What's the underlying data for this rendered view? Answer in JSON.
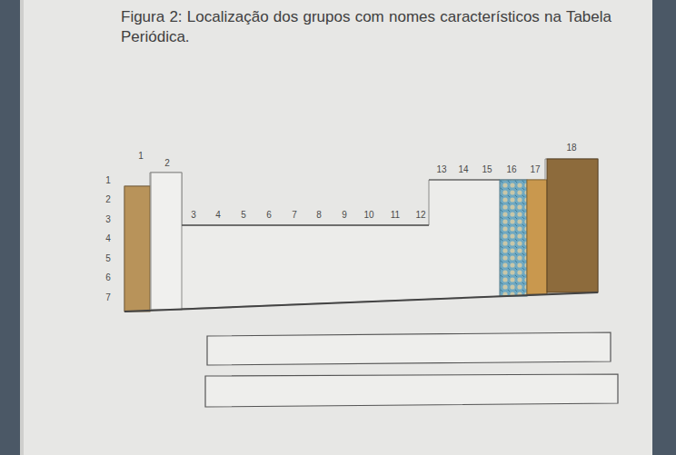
{
  "diagram": {
    "title": "Figura 2: Localização dos grupos com nomes característicos na Tabela Periódica.",
    "labels": [
      "1",
      "2",
      "3",
      "4",
      "5",
      "6",
      "7",
      "8",
      "9",
      "10",
      "11",
      "12",
      "13",
      "14",
      "15",
      "16",
      "17",
      "18",
      "1",
      "2",
      "3",
      "4",
      "5",
      "6",
      "7"
    ]
  }
}
